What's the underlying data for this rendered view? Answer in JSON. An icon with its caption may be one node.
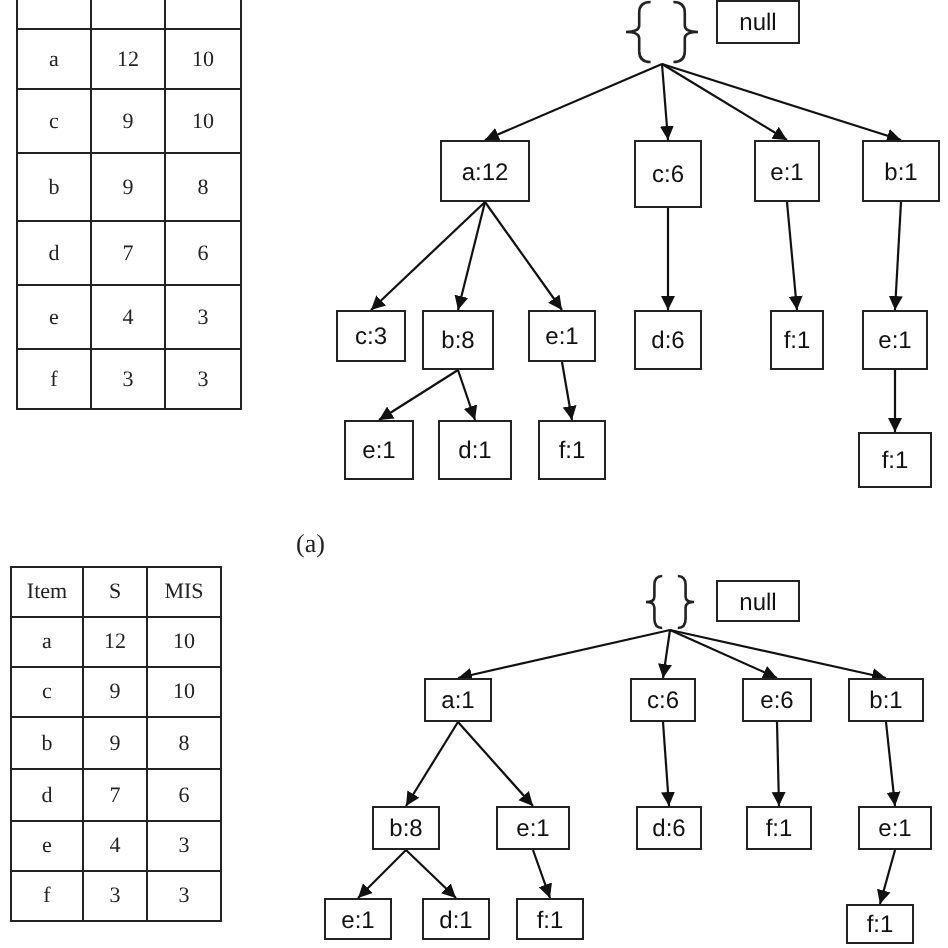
{
  "diagram": {
    "nodes": [
      {
        "text": [],
        "shape": "brace"
      },
      {
        "text": [
          "null"
        ]
      },
      {
        "text": [
          "a:12"
        ]
      },
      {
        "text": [
          "c:6"
        ]
      },
      {
        "text": [
          "e:1"
        ]
      },
      {
        "text": [
          "b:1"
        ]
      },
      {
        "text": [
          "c:3"
        ]
      },
      {
        "text": [
          "b:8"
        ]
      },
      {
        "text": [
          "e:1"
        ]
      },
      {
        "text": [
          "d:6"
        ]
      },
      {
        "text": [
          "f:1"
        ]
      },
      {
        "text": [
          "e:1"
        ]
      },
      {
        "text": [
          "e:1"
        ]
      },
      {
        "text": [
          "d:1"
        ]
      },
      {
        "text": [
          "f:1"
        ]
      },
      {
        "text": [
          "f:1"
        ]
      },
      {
        "text": [],
        "shape": "brace"
      },
      {
        "text": [
          "null"
        ]
      },
      {
        "text": [
          "a:1"
        ]
      },
      {
        "text": [
          "c:6"
        ]
      },
      {
        "text": [
          "e:6"
        ]
      },
      {
        "text": [
          "b:1"
        ]
      },
      {
        "text": [
          "b:8"
        ]
      },
      {
        "text": [
          "e:1"
        ]
      },
      {
        "text": [
          "d:6"
        ]
      },
      {
        "text": [
          "f:1"
        ]
      },
      {
        "text": [
          "e:1"
        ]
      },
      {
        "text": [
          "e:1"
        ]
      },
      {
        "text": [
          "d:1"
        ]
      },
      {
        "text": [
          "f:1"
        ]
      },
      {
        "text": [
          "f:1"
        ]
      }
    ],
    "edges": [
      {
        "from": 0,
        "to": 2,
        "arrow": "to"
      },
      {
        "from": 0,
        "to": 3,
        "arrow": "to"
      },
      {
        "from": 0,
        "to": 4,
        "arrow": "to"
      },
      {
        "from": 0,
        "to": 5,
        "arrow": "to"
      },
      {
        "from": 2,
        "to": 6,
        "arrow": "to"
      },
      {
        "from": 2,
        "to": 7,
        "arrow": "to"
      },
      {
        "from": 2,
        "to": 8,
        "arrow": "to"
      },
      {
        "from": 3,
        "to": 9,
        "arrow": "to"
      },
      {
        "from": 4,
        "to": 10,
        "arrow": "to"
      },
      {
        "from": 5,
        "to": 11,
        "arrow": "to"
      },
      {
        "from": 7,
        "to": 12,
        "arrow": "to"
      },
      {
        "from": 7,
        "to": 13,
        "arrow": "to"
      },
      {
        "from": 8,
        "to": 14,
        "arrow": "to"
      },
      {
        "from": 11,
        "to": 15,
        "arrow": "to"
      },
      {
        "from": 16,
        "to": 18,
        "arrow": "to"
      },
      {
        "from": 16,
        "to": 19,
        "arrow": "to"
      },
      {
        "from": 16,
        "to": 20,
        "arrow": "to"
      },
      {
        "from": 16,
        "to": 21,
        "arrow": "to"
      },
      {
        "from": 18,
        "to": 22,
        "arrow": "to"
      },
      {
        "from": 18,
        "to": 23,
        "arrow": "to"
      },
      {
        "from": 19,
        "to": 24,
        "arrow": "to"
      },
      {
        "from": 20,
        "to": 25,
        "arrow": "to"
      },
      {
        "from": 21,
        "to": 26,
        "arrow": "to"
      },
      {
        "from": 22,
        "to": 27,
        "arrow": "to"
      },
      {
        "from": 22,
        "to": 28,
        "arrow": "to"
      },
      {
        "from": 23,
        "to": 29,
        "arrow": "to"
      },
      {
        "from": 26,
        "to": 30,
        "arrow": "to"
      }
    ],
    "labels": [
      "a",
      "12",
      "10",
      "c",
      "9",
      "10",
      "b",
      "9",
      "8",
      "d",
      "7",
      "6",
      "e",
      "4",
      "3",
      "f",
      "3",
      "3",
      "(a)",
      "Item",
      "S",
      "MIS",
      "a",
      "12",
      "10",
      "c",
      "9",
      "10",
      "b",
      "9",
      "8",
      "d",
      "7",
      "6",
      "e",
      "4",
      "3",
      "f",
      "3",
      "3"
    ]
  }
}
